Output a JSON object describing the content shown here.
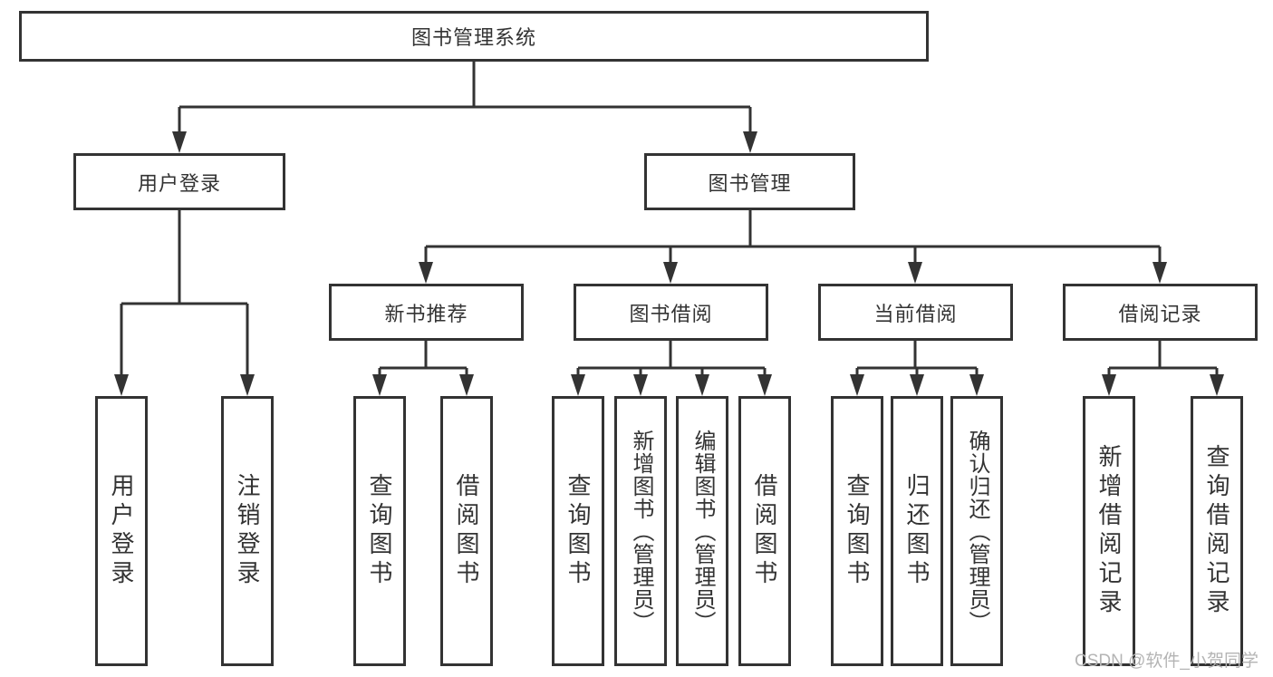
{
  "colors": {
    "line": "#333333",
    "text": "#333333",
    "watermark": "#b4b4b4",
    "bg": "#ffffff"
  },
  "watermark": {
    "text": "CSDN @软件_小贺同学"
  },
  "tree": {
    "label": "图书管理系统",
    "children": [
      {
        "label": "用户登录",
        "children": [
          {
            "label": "用户登录"
          },
          {
            "label": "注销登录"
          }
        ]
      },
      {
        "label": "图书管理",
        "children": [
          {
            "label": "新书推荐",
            "children": [
              {
                "label": "查询图书"
              },
              {
                "label": "借阅图书"
              }
            ]
          },
          {
            "label": "图书借阅",
            "children": [
              {
                "label": "查询图书"
              },
              {
                "label": "新增图书（管理员）"
              },
              {
                "label": "编辑图书（管理员）"
              },
              {
                "label": "借阅图书"
              }
            ]
          },
          {
            "label": "当前借阅",
            "children": [
              {
                "label": "查询图书"
              },
              {
                "label": "归还图书"
              },
              {
                "label": "确认归还（管理员）"
              }
            ]
          },
          {
            "label": "借阅记录",
            "children": [
              {
                "label": "新增借阅记录"
              },
              {
                "label": "查询借阅记录"
              }
            ]
          }
        ]
      }
    ]
  }
}
